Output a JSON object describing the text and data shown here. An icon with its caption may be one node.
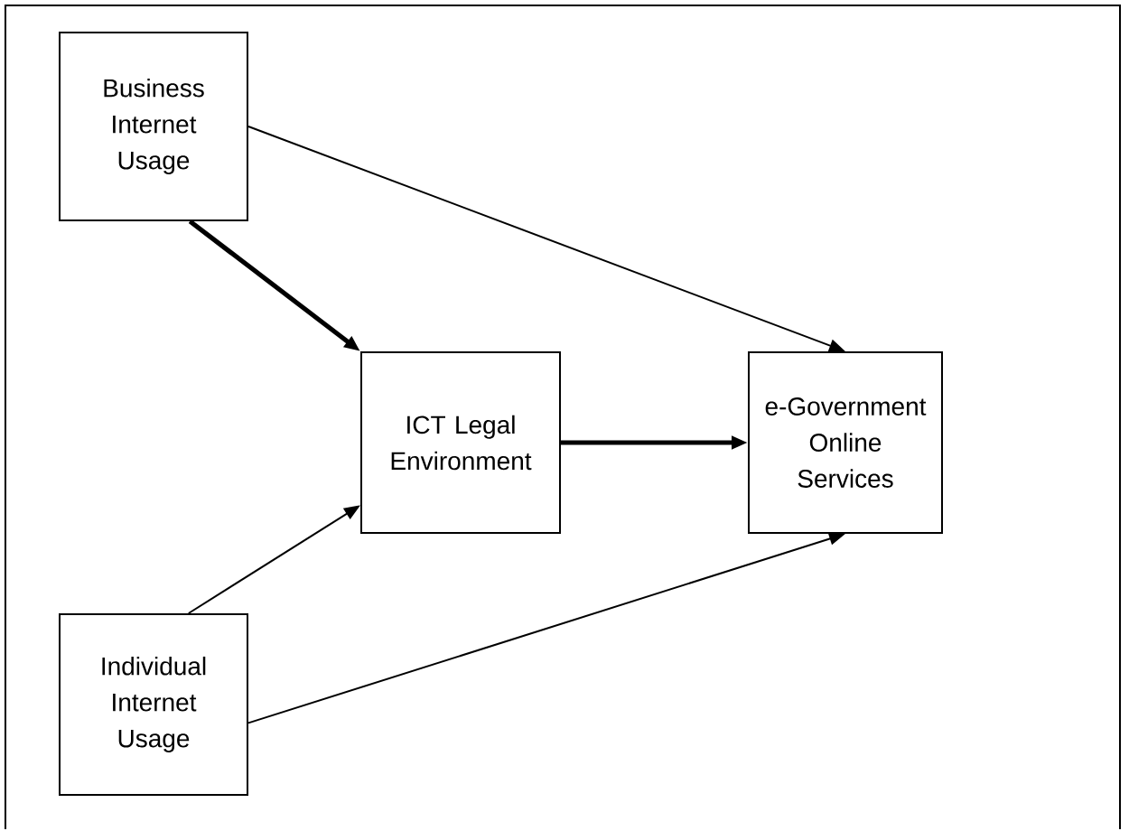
{
  "diagram": {
    "nodes": [
      {
        "text": [
          "Business Internet Usage"
        ]
      },
      {
        "text": [
          "ICT Legal Environment"
        ]
      },
      {
        "text": [
          "e-Government Online Services"
        ]
      },
      {
        "text": [
          "Individual Internet Usage"
        ]
      }
    ],
    "edges": [
      {
        "from": 0,
        "to": 1,
        "arrow": "to",
        "style": "thick"
      },
      {
        "from": 0,
        "to": 2,
        "arrow": "to"
      },
      {
        "from": 3,
        "to": 1,
        "arrow": "to"
      },
      {
        "from": 1,
        "to": 2,
        "arrow": "to",
        "style": "thick"
      },
      {
        "from": 3,
        "to": 2,
        "arrow": "to"
      }
    ]
  }
}
